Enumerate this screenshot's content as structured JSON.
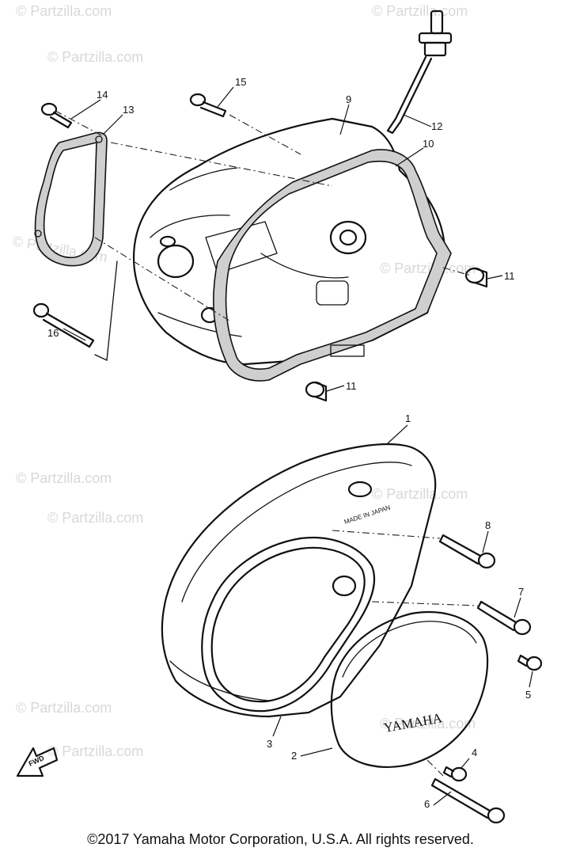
{
  "watermark": "© Partzilla.com",
  "callouts": {
    "c1": "1",
    "c2": "2",
    "c3": "3",
    "c4": "4",
    "c5": "5",
    "c6": "6",
    "c7": "7",
    "c8": "8",
    "c9": "9",
    "c10": "10",
    "c11a": "11",
    "c11b": "11",
    "c12": "12",
    "c13": "13",
    "c14": "14",
    "c15": "15",
    "c16": "16"
  },
  "cover_logo": "YAMAHA",
  "cover_small_text": "MADE IN JAPAN",
  "fwd_label": "FWD",
  "copyright": "©2017 Yamaha Motor Corporation, U.S.A. All rights reserved."
}
